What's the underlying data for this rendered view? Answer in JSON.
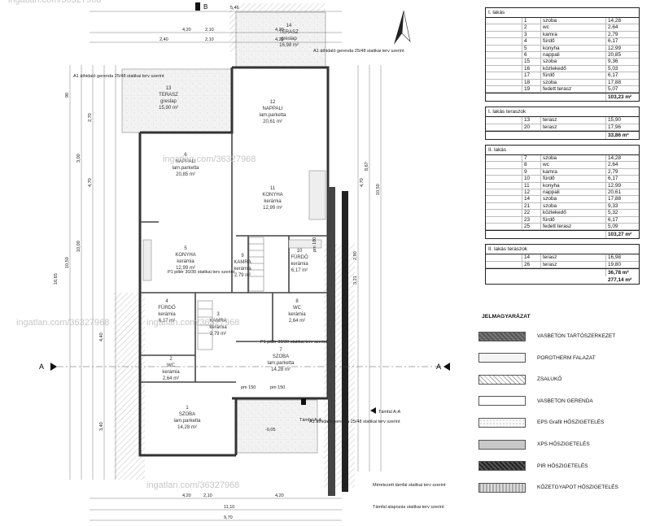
{
  "watermark": "ingatlan.com/36327968",
  "section_marker": "A",
  "section_b": "B",
  "section_label": "Támfal A-A",
  "rooms": [
    {
      "n": "13",
      "name": "TERASZ",
      "floor": "greslap",
      "area": "15,90 m²"
    },
    {
      "n": "12",
      "name": "NAPPALI",
      "floor": "lam.parketta",
      "area": "20,61 m²"
    },
    {
      "n": "6",
      "name": "NAPPALI",
      "floor": "lam.parketta",
      "area": "20,85 m²"
    },
    {
      "n": "11",
      "name": "KONYHA",
      "floor": "kerámia",
      "area": "12,99 m²"
    },
    {
      "n": "5",
      "name": "KONYHA",
      "floor": "kerámia",
      "area": "12,99 m²"
    },
    {
      "n": "9",
      "name": "KAMRA",
      "floor": "kerámia",
      "area": "2,79 m²"
    },
    {
      "n": "10",
      "name": "FÜRDŐ",
      "floor": "kerámia",
      "area": "6,17 m²"
    },
    {
      "n": "4",
      "name": "FÜRDŐ",
      "floor": "kerámia",
      "area": "6,17 m²"
    },
    {
      "n": "3",
      "name": "KAMRA",
      "floor": "kerámia",
      "area": "2,79 m²"
    },
    {
      "n": "8",
      "name": "WC",
      "floor": "kerámia",
      "area": "2,64 m²"
    },
    {
      "n": "2",
      "name": "WC",
      "floor": "kerámia",
      "area": "2,64 m²"
    },
    {
      "n": "7",
      "name": "SZOBA",
      "floor": "lam.parketta",
      "area": "14,28 m²"
    },
    {
      "n": "1",
      "name": "SZOBA",
      "floor": "lam.parketta",
      "area": "14,28 m²"
    },
    {
      "n": "14",
      "name": "TERASZ",
      "floor": "greslap",
      "area": "16,98 m²"
    }
  ],
  "notes": {
    "gerenda": "A1 áthidaló gerenda 25/48 statikai terv szerint",
    "pillar": "P1 pillér 30/30 statikai terv szerint",
    "tamfal": "Méretezett támfal statikai terv szerint",
    "alapozas": "Támfal alapozás statikai terv szerint",
    "pm150": "pm 150",
    "pm180": "pm 180",
    "level": "-0,05"
  },
  "table": {
    "flat1": {
      "title": "I. lakás",
      "rows": [
        [
          "1",
          "szoba",
          "14,28"
        ],
        [
          "2",
          "wc",
          "2,64"
        ],
        [
          "3",
          "kamra",
          "2,79"
        ],
        [
          "4",
          "fürdő",
          "6,17"
        ],
        [
          "5",
          "konyha",
          "12,99"
        ],
        [
          "6",
          "nappali",
          "20,85"
        ],
        [
          "15",
          "szoba",
          "9,36"
        ],
        [
          "16",
          "közlekedő",
          "5,03"
        ],
        [
          "17",
          "fürdő",
          "6,17"
        ],
        [
          "18",
          "szoba",
          "17,88"
        ],
        [
          "19",
          "fedett terasz",
          "5,07"
        ]
      ],
      "total": "103,23 m²"
    },
    "flat1_terr": {
      "title": "I. lakás teraszok",
      "rows": [
        [
          "13",
          "terasz",
          "15,90"
        ],
        [
          "20",
          "terasz",
          "17,96"
        ]
      ],
      "total": "33,86 m²"
    },
    "flat2": {
      "title": "II. lakás",
      "rows": [
        [
          "7",
          "szoba",
          "14,28"
        ],
        [
          "8",
          "wc",
          "2,64"
        ],
        [
          "9",
          "kamra",
          "2,79"
        ],
        [
          "10",
          "fürdő",
          "6,17"
        ],
        [
          "11",
          "konyha",
          "12,99"
        ],
        [
          "12",
          "nappali",
          "20,61"
        ],
        [
          "14",
          "szoba",
          "17,88"
        ],
        [
          "21",
          "szoba",
          "9,33"
        ],
        [
          "22",
          "közlekedő",
          "5,32"
        ],
        [
          "23",
          "fürdő",
          "6,17"
        ],
        [
          "25",
          "fedett terasz",
          "5,09"
        ]
      ],
      "total": "103,27 m²"
    },
    "flat2_terr": {
      "title": "II. lakás teraszok",
      "rows": [
        [
          "14",
          "terasz",
          "16,98"
        ],
        [
          "26",
          "terasz",
          "19,80"
        ]
      ],
      "total": "36,78 m²"
    },
    "grand": "277,14 m²"
  },
  "legend": {
    "title": "JELMAGYARÁZAT",
    "items": [
      {
        "label": "VASBETON TARTÓSZERKEZET",
        "pattern": "dark"
      },
      {
        "label": "POROTHERM FALAZAT",
        "pattern": "light"
      },
      {
        "label": "ZSALUKŐ",
        "pattern": "hatch"
      },
      {
        "label": "VASBETON GERENDA",
        "pattern": "plain"
      },
      {
        "label": "EPS Grafit HŐSZIGETELÉS",
        "pattern": "dots"
      },
      {
        "label": "XPS HŐSZIGETELÉS",
        "pattern": "grey"
      },
      {
        "label": "PIR HŐSZIGETELÉS",
        "pattern": "black"
      },
      {
        "label": "KŐZETGYAPOT HŐSZIGETELÉS",
        "pattern": "mid"
      }
    ]
  },
  "dims_top": {
    "row1": "5,46",
    "row2a": "4,20",
    "row2b": "2,10",
    "row2c": "4,20",
    "row3a": "2,40",
    "row3b": "2,10",
    "row3c": "4,20"
  },
  "dims_bottom": {
    "row1a": "4,20",
    "row1b": "2,10",
    "row1c": "4,20",
    "row2": "11,10",
    "row3": "9,70"
  },
  "dims_left": [
    "90",
    "3,00",
    "2,70",
    "4,70",
    "10,00",
    "10,50",
    "16,65",
    "4,40",
    "3,40"
  ],
  "dims_right": [
    "4,70",
    "8,67",
    "10,50",
    "2,90",
    "3,21"
  ]
}
